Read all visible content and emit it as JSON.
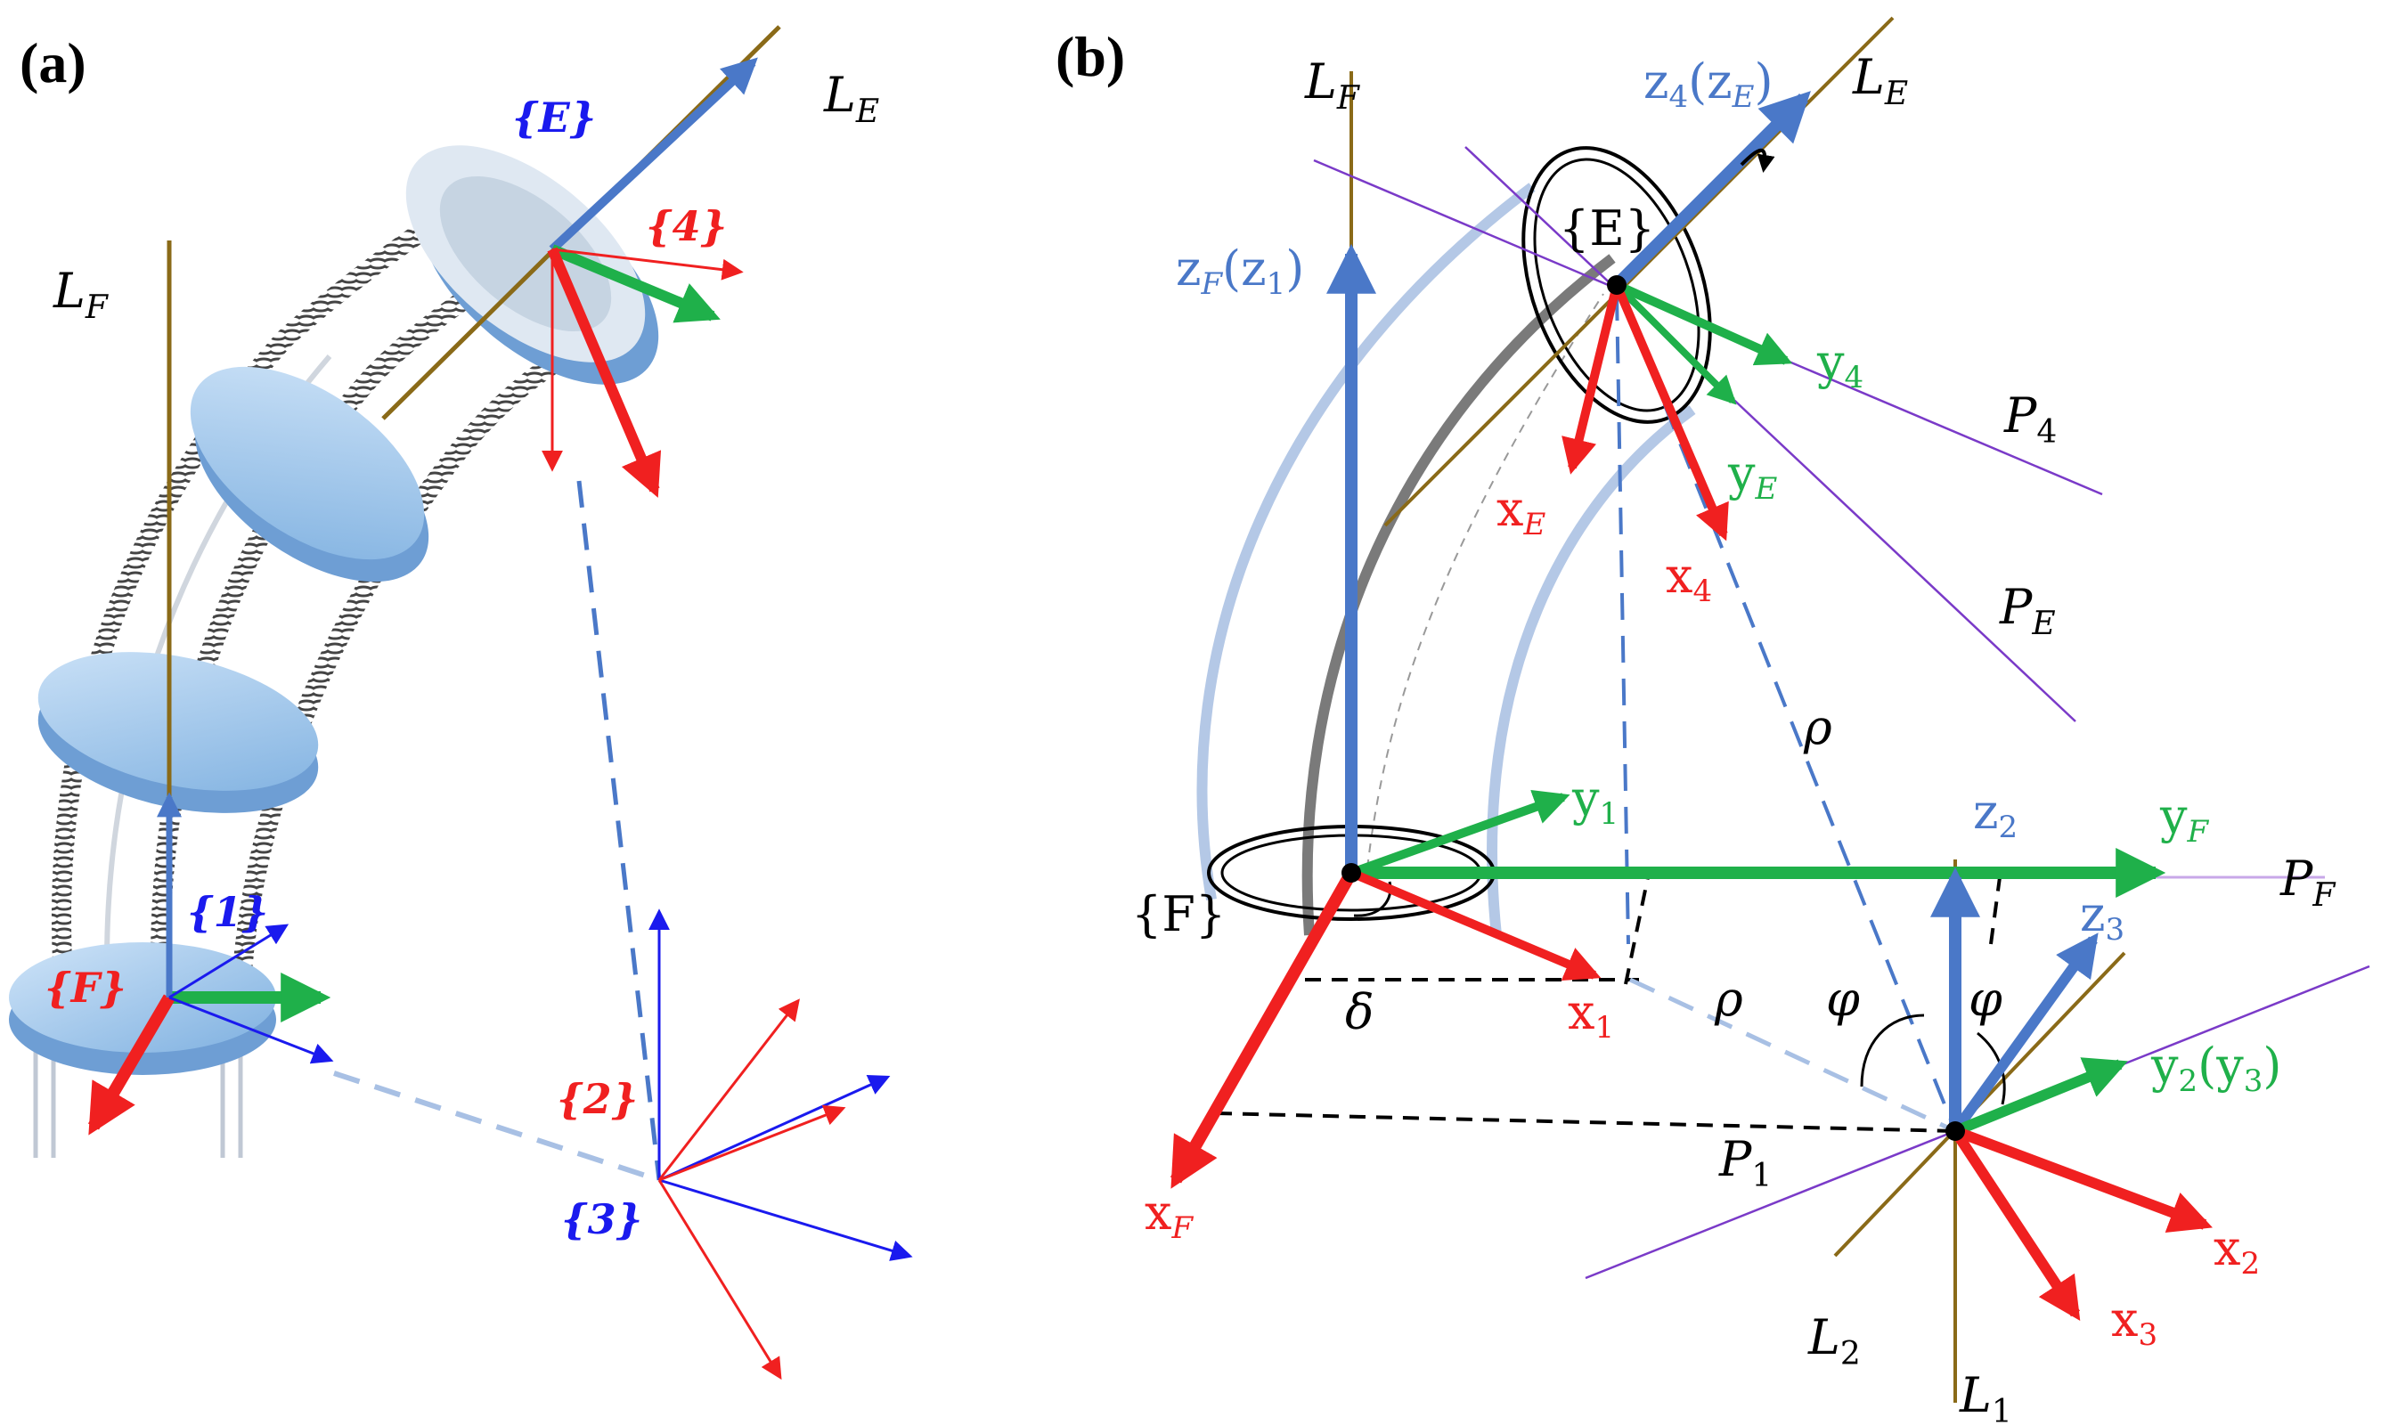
{
  "panels": {
    "a": {
      "label": "(a)",
      "L_F": "L",
      "L_F_sub": "F",
      "L_E": "L",
      "L_E_sub": "E",
      "frames": {
        "E": "{E}",
        "four": "{4}",
        "one": "{1}",
        "F": "{F}",
        "two": "{2}",
        "three": "{3}"
      }
    },
    "b": {
      "label": "(b)",
      "L_F": "L",
      "L_F_sub": "F",
      "L_E": "L",
      "L_E_sub": "E",
      "z4": "z",
      "z4_sub": "4",
      "z4_paren": "(z",
      "z4_paren_sub": "E",
      "z4_close": ")",
      "zF": "z",
      "zF_sub": "F",
      "zF_paren": "(z",
      "zF_paren_sub": "1",
      "zF_close": ")",
      "frame_E": "{E}",
      "frame_F": "{F}",
      "y4": "y",
      "y4_sub": "4",
      "yE": "y",
      "yE_sub": "E",
      "xE": "x",
      "xE_sub": "E",
      "x4": "x",
      "x4_sub": "4",
      "P4": "P",
      "P4_sub": "4",
      "PE": "P",
      "PE_sub": "E",
      "PF": "P",
      "PF_sub": "F",
      "P1": "P",
      "P1_sub": "1",
      "rho": "ρ",
      "delta": "δ",
      "phi": "φ",
      "y1": "y",
      "y1_sub": "1",
      "yF": "y",
      "yF_sub": "F",
      "z2": "z",
      "z2_sub": "2",
      "z3": "z",
      "z3_sub": "3",
      "x1": "x",
      "x1_sub": "1",
      "xF": "x",
      "xF_sub": "F",
      "y2": "y",
      "y2_sub": "2",
      "y3_paren": "(y",
      "y3_sub": "3",
      "y3_close": ")",
      "x2": "x",
      "x2_sub": "2",
      "x3": "x",
      "x3_sub": "3",
      "L2": "L",
      "L2_sub": "2",
      "L1": "L",
      "L1_sub": "1"
    }
  },
  "colors": {
    "blue_axis": "#4a78c8",
    "red_axis": "#f02020",
    "green_axis": "#1fb04a",
    "gold_line": "#8a6a18",
    "purple_line": "#7a3ac8",
    "disk_blue": "#9cc6ee",
    "light_arc": "#b4c8e6",
    "dark_arc": "#7a7a7a"
  }
}
